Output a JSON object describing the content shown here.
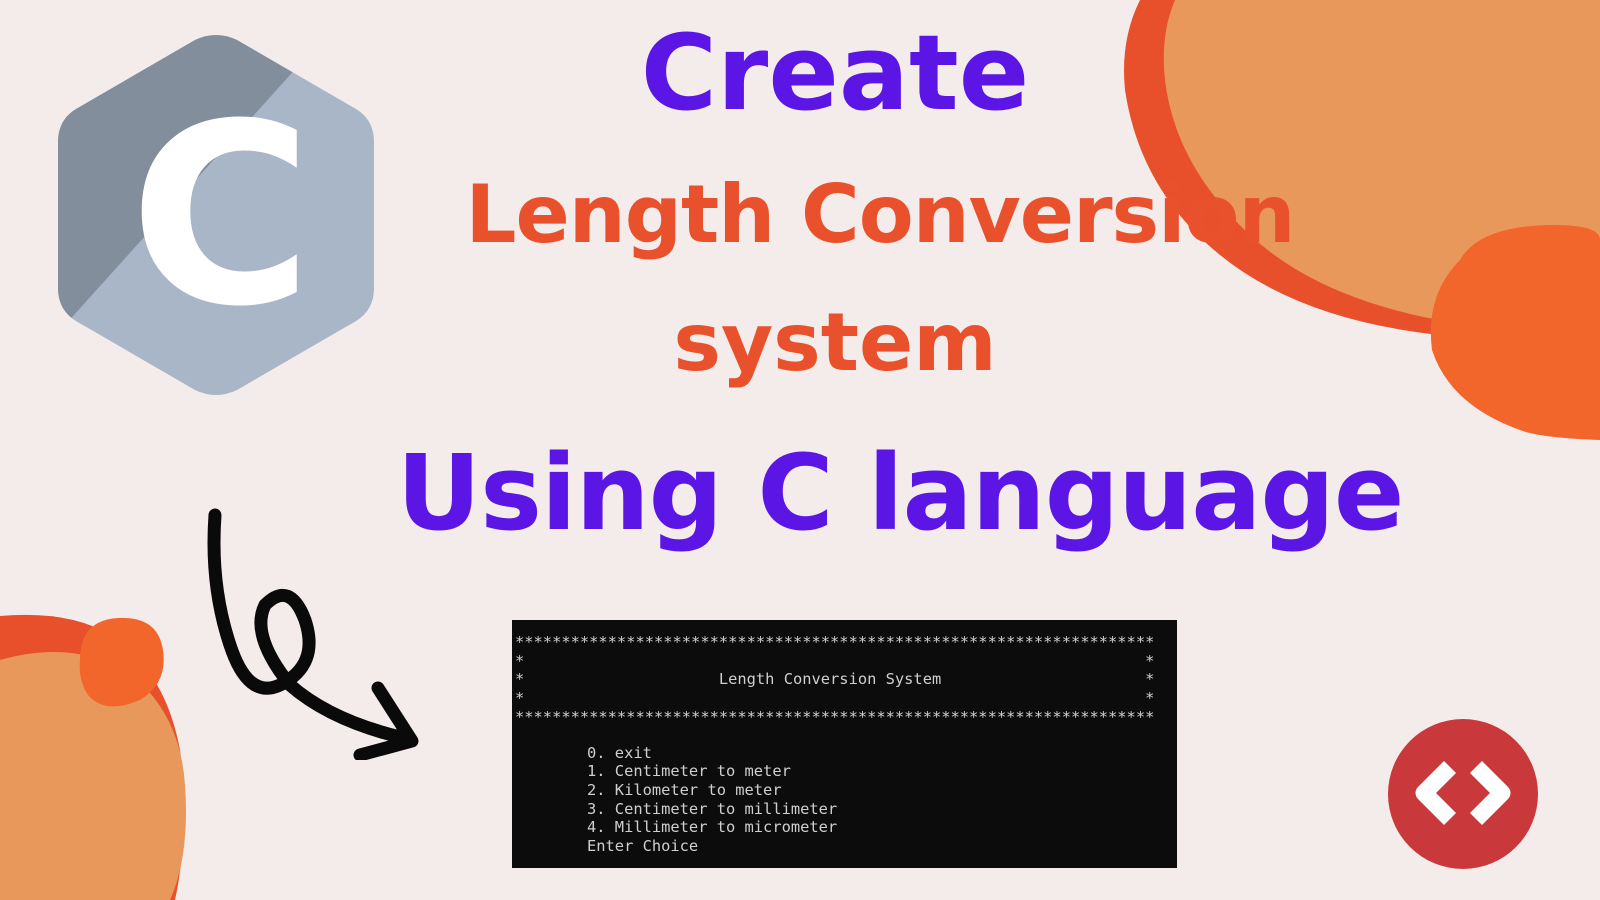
{
  "title": {
    "line1": "Create",
    "line2": "Length Conversion",
    "line3": "system",
    "line4": "Using C language"
  },
  "logo": {
    "letter": "C"
  },
  "terminal": {
    "border_top": "*********************************************************************",
    "side_line_1": "*                                                                   *",
    "header_line": "*                     Length Conversion System                      *",
    "side_line_2": "*                                                                   *",
    "border_bottom": "*********************************************************************",
    "menu": [
      "0. exit",
      "1. Centimeter to meter",
      "2. Kilometer to meter",
      "3. Centimeter to millimeter",
      "4. Millimeter to micrometer",
      "Enter Choice"
    ]
  },
  "colors": {
    "background": "#f4ecea",
    "purple": "#5b16e6",
    "orange": "#e9512c",
    "logo_dark": "#838e9c",
    "logo_light": "#a8b6c8",
    "badge_red": "#c9383a"
  },
  "icons": {
    "logo": "c-language-hexagon-icon",
    "arrow": "curly-arrow-icon",
    "badge": "code-brackets-icon"
  }
}
